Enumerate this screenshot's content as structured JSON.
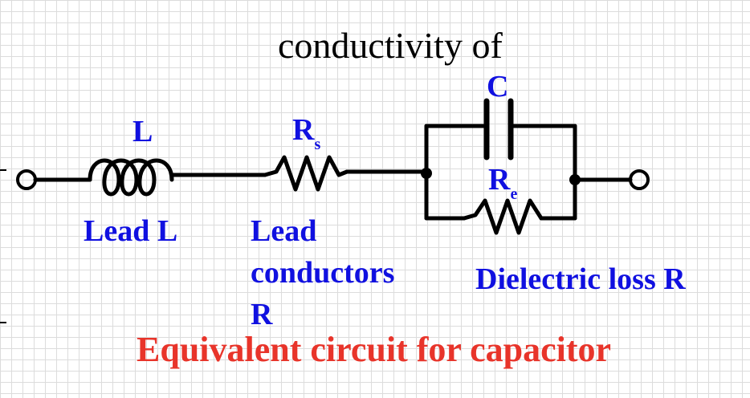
{
  "diagram": {
    "title_fragment": "conductivity of",
    "components": {
      "inductor": {
        "symbol": "L",
        "description": "Lead L"
      },
      "series_resistor": {
        "symbol": "R",
        "subscript": "s",
        "description_lines": [
          "Lead",
          "conductors",
          "R"
        ]
      },
      "capacitor": {
        "symbol": "C"
      },
      "parallel_resistor": {
        "symbol": "R",
        "subscript": "e",
        "description": "Dielectric loss R"
      }
    },
    "caption": "Equivalent circuit for capacitor"
  },
  "colors": {
    "wire": "#000000",
    "component_label": "#1010e0",
    "caption": "#e8342a"
  }
}
